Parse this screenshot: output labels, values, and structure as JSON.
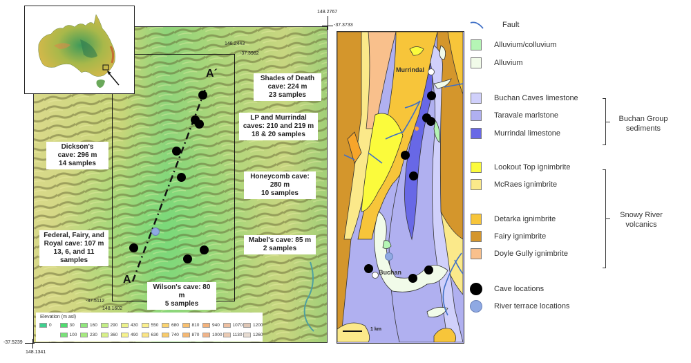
{
  "dem_map": {
    "corner_coords": {
      "top_right_lon": "148.2767",
      "top_right_lat": "-37.3733",
      "bottom_left_lat": "-37.5239",
      "bottom_left_lon": "148.1341"
    },
    "inner_box_coords": {
      "top_right_lon": "148.2443",
      "top_right_lat": "-37.3982",
      "bottom_left_lat": "-37.5112",
      "bottom_left_lon": "148.1602"
    },
    "section_labels": {
      "start": "A",
      "end": "A´"
    },
    "cave_labels": [
      {
        "name": "shades-of-death",
        "lines": [
          "Shades of Death",
          "cave: 224 m",
          "23 samples"
        ]
      },
      {
        "name": "lp-murrindal",
        "lines": [
          "LP and Murrindal",
          "caves: 210 and 219 m",
          "18 & 20 samples"
        ]
      },
      {
        "name": "dicksons",
        "lines": [
          "Dickson's",
          "cave: 296 m",
          "14 samples"
        ]
      },
      {
        "name": "honeycomb",
        "lines": [
          "Honeycomb cave:",
          "280 m",
          "10 samples"
        ]
      },
      {
        "name": "federal-fairy-royal",
        "lines": [
          "Federal, Fairy, and",
          "Royal cave: 107 m",
          "13, 6, and 11",
          "samples"
        ]
      },
      {
        "name": "mabels",
        "lines": [
          "Mabel's cave: 85 m",
          "2 samples"
        ]
      },
      {
        "name": "wilsons",
        "lines": [
          "Wilson's cave: 80 m",
          "5 samples"
        ]
      }
    ],
    "elevation_legend": {
      "title": "Elevation (m asl)",
      "row1": [
        {
          "value": "0",
          "color": "#3ecf8e"
        },
        {
          "value": "30",
          "color": "#4fdc6f"
        },
        {
          "value": "160",
          "color": "#8fe67c"
        },
        {
          "value": "290",
          "color": "#c3ee86"
        },
        {
          "value": "430",
          "color": "#ecf28c"
        },
        {
          "value": "550",
          "color": "#fbf08e"
        },
        {
          "value": "680",
          "color": "#fbd470"
        },
        {
          "value": "810",
          "color": "#f8c070"
        },
        {
          "value": "940",
          "color": "#f3b27c"
        },
        {
          "value": "1070",
          "color": "#eec0a2"
        },
        {
          "value": "1200",
          "color": "#dfc7b6"
        }
      ],
      "row2": [
        {
          "value": "100",
          "color": "#7ae27a"
        },
        {
          "value": "230",
          "color": "#a6ea80"
        },
        {
          "value": "360",
          "color": "#d8f089"
        },
        {
          "value": "490",
          "color": "#f6f28d"
        },
        {
          "value": "630",
          "color": "#fbe585"
        },
        {
          "value": "740",
          "color": "#f9cb6a"
        },
        {
          "value": "870",
          "color": "#f5b873"
        },
        {
          "value": "1000",
          "color": "#f0b48a"
        },
        {
          "value": "1130",
          "color": "#ebcbb4"
        },
        {
          "value": "1260",
          "color": "#e7dcd2"
        }
      ]
    }
  },
  "geology_map": {
    "towns": [
      "Murrindal",
      "Buchan"
    ],
    "scale_bar": "1 km"
  },
  "legend": {
    "items": [
      {
        "key": "fault",
        "label": "Fault",
        "type": "line",
        "color": "#3f6fc6"
      },
      {
        "key": "alluvium-colluvium",
        "label": "Alluvium/colluvium",
        "type": "box",
        "color": "#b5f5b5"
      },
      {
        "key": "alluvium",
        "label": "Alluvium",
        "type": "box",
        "color": "#f1fbe9"
      },
      {
        "key": "buchan-caves-limestone",
        "label": "Buchan Caves limestone",
        "type": "box",
        "color": "#d0d0fb"
      },
      {
        "key": "taravale-marlstone",
        "label": "Taravale marlstone",
        "type": "box",
        "color": "#b0b0f0"
      },
      {
        "key": "murrindal-limestone",
        "label": "Murrindal limestone",
        "type": "box",
        "color": "#6868e6"
      },
      {
        "key": "lookout-top-ignimbrite",
        "label": "Lookout Top ignimbrite",
        "type": "box",
        "color": "#fbfb3c"
      },
      {
        "key": "mcraes-ignimbrite",
        "label": "McRaes ignimbrite",
        "type": "box",
        "color": "#fbe98a"
      },
      {
        "key": "detarka-ignimbrite",
        "label": "Detarka ignimbrite",
        "type": "box",
        "color": "#f7c53a"
      },
      {
        "key": "fairy-ignimbrite",
        "label": "Fairy ignimbrite",
        "type": "box",
        "color": "#d4962c"
      },
      {
        "key": "doyle-gully-ignimbrite",
        "label": "Doyle Gully ignimbrite",
        "type": "box",
        "color": "#f9c08c"
      },
      {
        "key": "cave-locations",
        "label": "Cave locations",
        "type": "dot",
        "color": "#000000"
      },
      {
        "key": "river-terrace-locations",
        "label": "River terrace locations",
        "type": "dot",
        "color": "#8fa9e3"
      }
    ],
    "groups": [
      {
        "lines": [
          "Buchan Group",
          "sediments"
        ]
      },
      {
        "lines": [
          "Snowy River",
          "volcanics"
        ]
      }
    ]
  }
}
